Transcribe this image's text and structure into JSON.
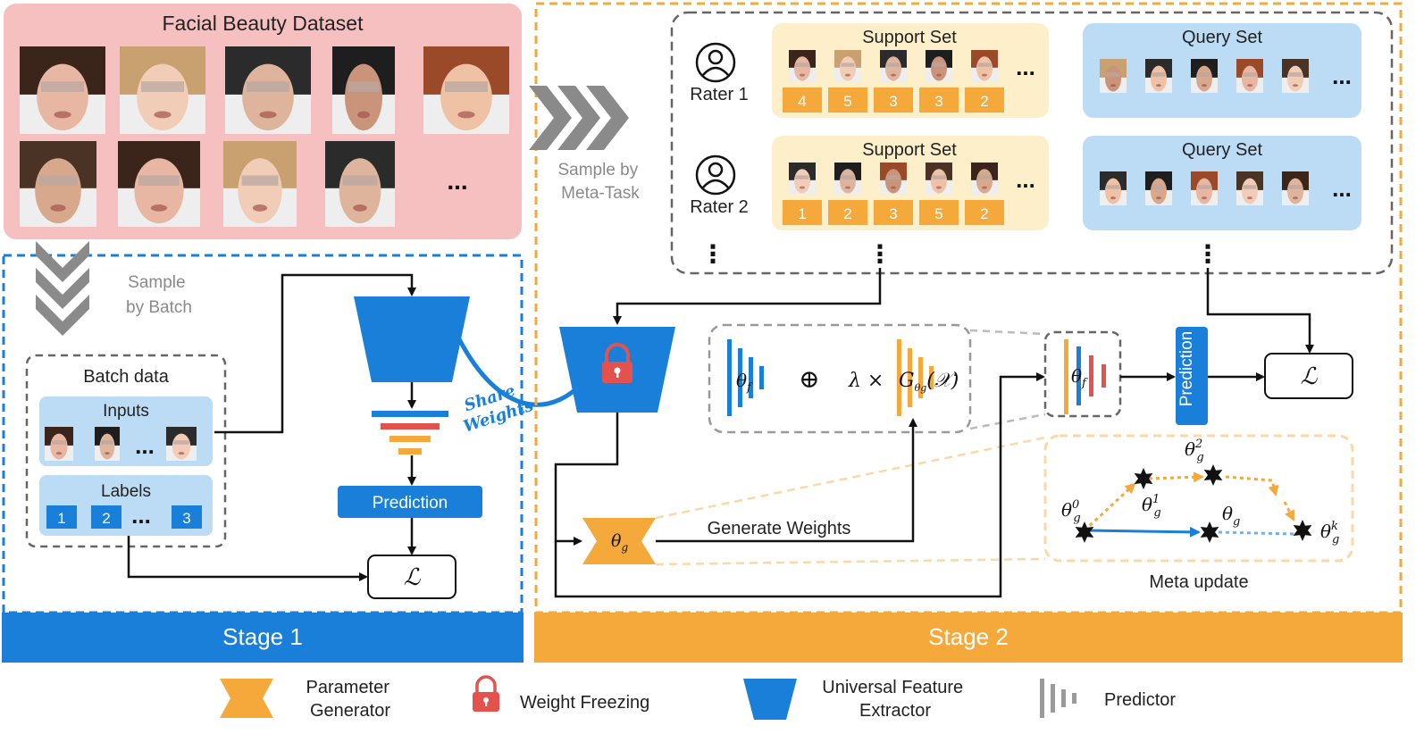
{
  "dataset": {
    "title": "Facial Beauty Dataset",
    "more": "..."
  },
  "sample_meta": "Sample by\nMeta-Task",
  "sample_batch": "Sample\nby Batch",
  "raters": [
    {
      "name": "Rater 1",
      "support": {
        "title": "Support Set",
        "scores": [
          "4",
          "5",
          "3",
          "3",
          "2"
        ]
      },
      "query": {
        "title": "Query Set"
      }
    },
    {
      "name": "Rater 2",
      "support": {
        "title": "Support Set",
        "scores": [
          "1",
          "2",
          "3",
          "5",
          "2"
        ]
      },
      "query": {
        "title": "Query Set"
      }
    }
  ],
  "ellipsis": "...",
  "vdots": "⋮",
  "stage1": {
    "batch_title": "Batch  data",
    "inputs_title": "Inputs",
    "labels_title": "Labels",
    "labels": [
      "1",
      "2",
      "3"
    ],
    "prediction": "Prediction",
    "loss": "ℒ",
    "label": "Stage 1"
  },
  "share_weights": "Share\nWeights",
  "stage2": {
    "theta_f": "θ",
    "theta_f_sub": "f",
    "oplus": "⊕",
    "lambda_times": "λ ×",
    "gen_fn": "G",
    "gen_fn_sub": "θg",
    "gen_arg": "(𝒳)",
    "theta_g": "θ",
    "theta_g_sub": "g",
    "generate_weights": "Generate Weights",
    "prediction": "Prediction",
    "loss": "ℒ",
    "meta_update": "Meta update",
    "meta_labels": [
      {
        "base": "θ",
        "sub": "g",
        "sup": "0"
      },
      {
        "base": "θ",
        "sub": "g",
        "sup": "1"
      },
      {
        "base": "θ",
        "sub": "g",
        "sup": "2"
      },
      {
        "base": "θ",
        "sub": "g",
        "sup": ""
      },
      {
        "base": "θ",
        "sub": "g",
        "sup": "k"
      }
    ],
    "label": "Stage 2"
  },
  "legend": [
    {
      "icon": "parameter-generator-icon",
      "label": "Parameter\nGenerator"
    },
    {
      "icon": "lock-icon",
      "label": "Weight Freezing"
    },
    {
      "icon": "feature-extractor-icon",
      "label": "Universal Feature\nExtractor"
    },
    {
      "icon": "predictor-icon",
      "label": "Predictor"
    }
  ],
  "colors": {
    "blue": "#1a7fd8",
    "orange": "#f6a93b",
    "red": "#e4524d",
    "pink": "#f7c0c0",
    "cream": "#fcefc9",
    "lightblue": "#bcdcf5",
    "lock": "#e4524d",
    "gray": "#6d6d6d"
  }
}
